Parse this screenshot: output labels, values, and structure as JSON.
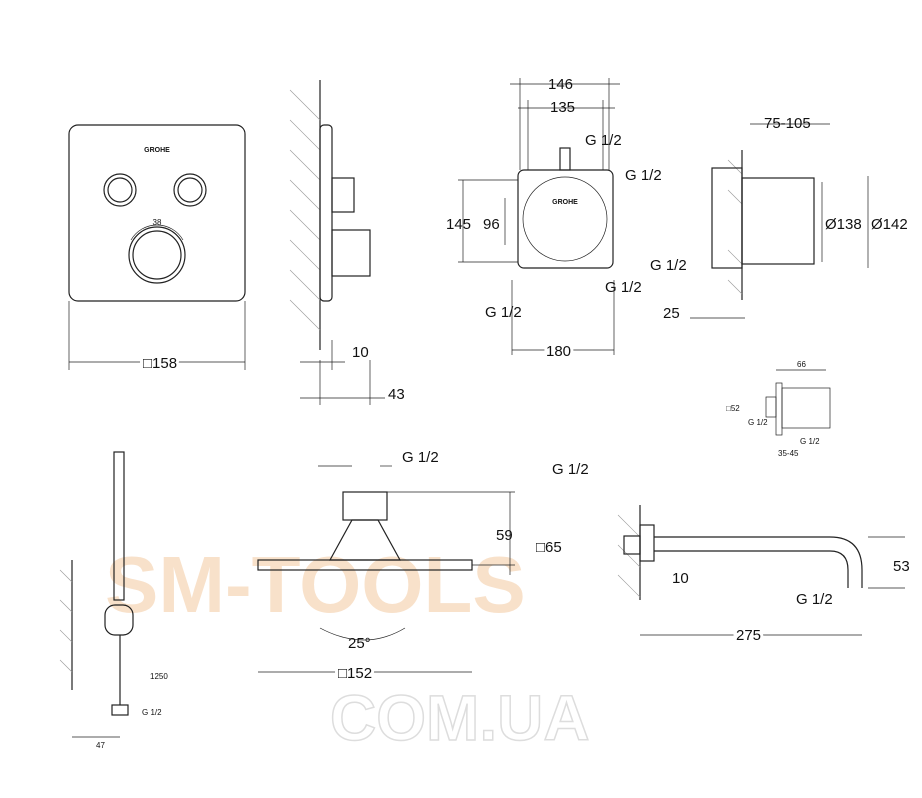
{
  "brand": "GROHE",
  "watermark": {
    "line1": "SM-TOOLS",
    "line2": "COM.UA"
  },
  "front_view": {
    "width": "□158",
    "ring_mark": "38"
  },
  "side_view": {
    "depth_a": "10",
    "depth_b": "43"
  },
  "box_front": {
    "outer_width": "146",
    "inner_width": "135",
    "height_outer": "145",
    "height_inner": "96",
    "bottom_width": "180",
    "thread_top": "G 1/2",
    "thread_right": "G 1/2",
    "thread_bottom_left": "G 1/2",
    "thread_bottom_right": "G 1/2"
  },
  "box_side": {
    "depth_range": "75-105",
    "dia_inner": "Ø138",
    "dia_outer": "Ø142",
    "thread": "G 1/2",
    "offset": "25"
  },
  "wall_outlet": {
    "length": "66",
    "size": "□52",
    "thread_side": "G 1/2",
    "thread_bottom": "G 1/2",
    "depth_range": "35-45"
  },
  "hand_shower": {
    "hose_length": "1250",
    "thread": "G 1/2",
    "offset": "47"
  },
  "head_shower": {
    "thread": "G 1/2",
    "height": "59",
    "angle": "25°",
    "size": "□152"
  },
  "shower_arm": {
    "thread_top": "G 1/2",
    "flange": "□65",
    "offset": "10",
    "length": "275",
    "drop": "53",
    "thread_bottom": "G 1/2"
  }
}
